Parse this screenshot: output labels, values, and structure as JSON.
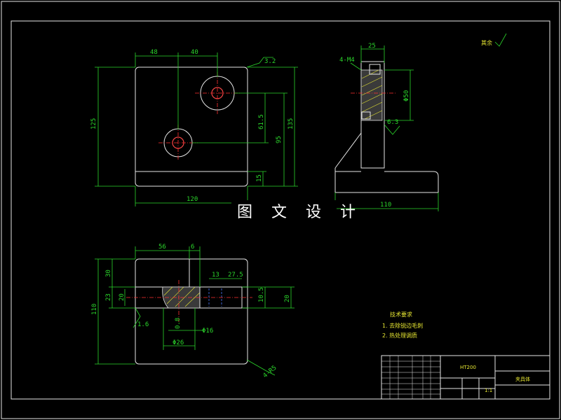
{
  "watermark": "图 文 设 计",
  "roughness_note": "其余",
  "front_view": {
    "dims": {
      "top_left": "48",
      "top_right": "40",
      "height_left": "125",
      "height_right": "135",
      "mid_v1": "61.5",
      "mid_v2": "95",
      "base_h": "15",
      "width": "120",
      "rough": "3.2"
    }
  },
  "side_view": {
    "dims": {
      "top": "25",
      "hole": "4-M4",
      "dia": "Φ50",
      "width": "110",
      "rough": "6.3"
    }
  },
  "top_view": {
    "dims": {
      "w56": "56",
      "w6": "6",
      "w13": "13",
      "w27": "27.5",
      "v30": "30",
      "v23": "23",
      "v20a": "20",
      "v110": "110",
      "v10": "10.5",
      "v20b": "20",
      "d16": "Φ16",
      "d26": "Φ26",
      "chamfer": "1.6",
      "corner": "4-R5",
      "small": "0.8"
    }
  },
  "tech_req": {
    "title": "技术要求",
    "items": [
      "1. 去除锐边毛刺",
      "2. 热处理调质"
    ]
  },
  "title_block": {
    "material": "HT200",
    "part_name": "夹具体",
    "scale": "1:1"
  }
}
